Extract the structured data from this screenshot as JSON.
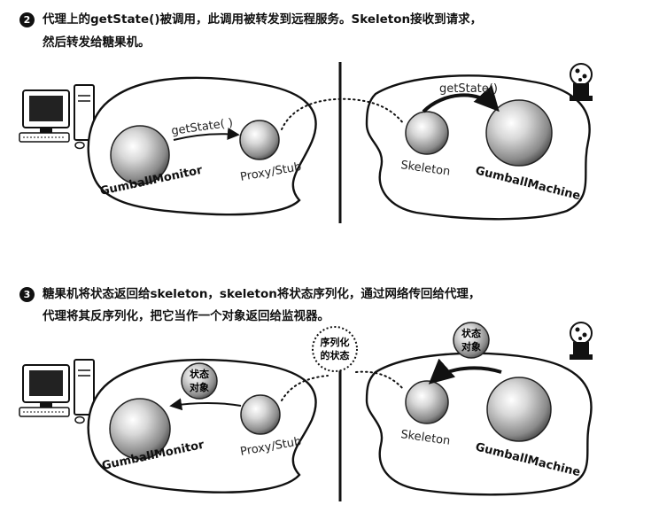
{
  "step2": {
    "number": "2",
    "line1": "代理上的getState()被调用，此调用被转发到远程服务。Skeleton接收到请求，",
    "line2": "然后转发给糖果机。",
    "client": {
      "monitor_label": "GumballMonitor",
      "proxy_label": "Proxy/Stub",
      "call_label": "getState( )"
    },
    "server": {
      "skeleton_label": "Skeleton",
      "machine_label": "GumballMachine",
      "call_label": "getState()"
    }
  },
  "step3": {
    "number": "3",
    "line1": "糖果机将状态返回给skeleton，skeleton将状态序列化，通过网络传回给代理，",
    "line2": "代理将其反序列化，把它当作一个对象返回给监视器。",
    "wire_label_line1": "序列化",
    "wire_label_line2": "的状态",
    "client": {
      "monitor_label": "GumballMonitor",
      "proxy_label": "Proxy/Stub",
      "object_line1": "状态",
      "object_line2": "对象"
    },
    "server": {
      "skeleton_label": "Skeleton",
      "machine_label": "GumballMachine",
      "object_line1": "状态",
      "object_line2": "对象"
    }
  }
}
